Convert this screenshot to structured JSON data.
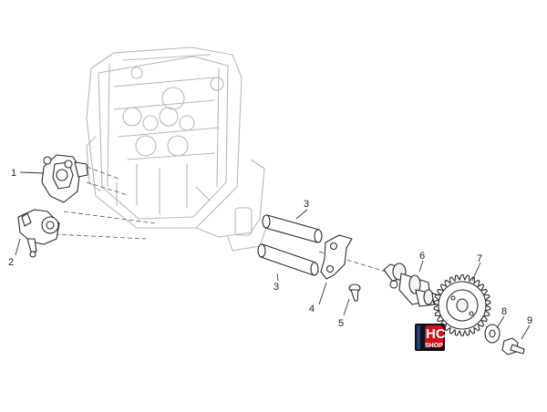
{
  "callouts": [
    {
      "id": "1",
      "text": "1"
    },
    {
      "id": "2",
      "text": "2"
    },
    {
      "id": "3a",
      "text": "3"
    },
    {
      "id": "3b",
      "text": "3"
    },
    {
      "id": "4",
      "text": "4"
    },
    {
      "id": "5",
      "text": "5"
    },
    {
      "id": "6",
      "text": "6"
    },
    {
      "id": "7",
      "text": "7"
    },
    {
      "id": "8",
      "text": "8"
    },
    {
      "id": "9",
      "text": "9"
    }
  ],
  "badge": {
    "line1": "HC",
    "line2": "SHOP",
    "colors": {
      "red": "#d4101e",
      "blue": "#1f3d8a",
      "black": "#111111"
    }
  }
}
